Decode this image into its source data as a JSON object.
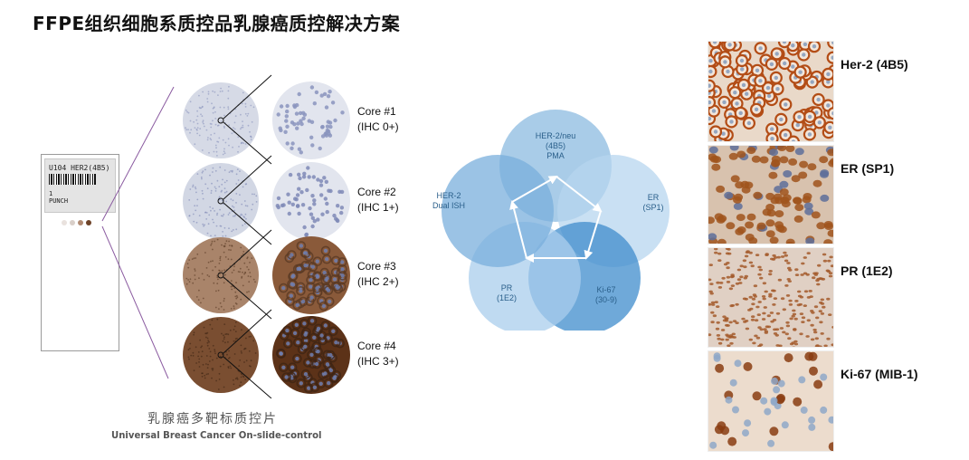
{
  "title": "FFPE组织细胞系质控品乳腺癌质控解决方案",
  "slide": {
    "label_line1": "U104 HER2(4B5)",
    "label_line2": "1",
    "label_line3": "PUNCH",
    "dot_colors": [
      "#e9e2de",
      "#d9cfc9",
      "#b08a72",
      "#6e4328"
    ]
  },
  "cores": [
    {
      "name": "Core #1",
      "score": "(IHC 0+)",
      "tissue_color": "#d6dae6",
      "cell_color": "#8a94bd",
      "membrane_color": "#c9cfe0"
    },
    {
      "name": "Core #2",
      "score": "(IHC 1+)",
      "tissue_color": "#d2d7e4",
      "cell_color": "#7f89b6",
      "membrane_color": "#c8b8a8"
    },
    {
      "name": "Core #3",
      "score": "(IHC 2+)",
      "tissue_color": "#a9846a",
      "cell_color": "#5a3a24",
      "membrane_color": "#8a5a3a"
    },
    {
      "name": "Core #4",
      "score": "(IHC 3+)",
      "tissue_color": "#7a4e31",
      "cell_color": "#3e2414",
      "membrane_color": "#5c3218"
    }
  ],
  "caption": {
    "cn": "乳腺癌多靶标质控片",
    "en": "Universal Breast Cancer On-slide-control"
  },
  "venn": {
    "circles": [
      {
        "line1": "HER-2/neu",
        "line2": "(4B5)",
        "line3": "PMA",
        "color": "#8cbbe0"
      },
      {
        "line1": "ER",
        "line2": "(SP1)",
        "line3": "",
        "color": "#b7d6ef"
      },
      {
        "line1": "Ki-67",
        "line2": "(30-9)",
        "line3": "",
        "color": "#3f8ccc"
      },
      {
        "line1": "PR",
        "line2": "(1E2)",
        "line3": "",
        "color": "#a9cdec"
      },
      {
        "line1": "HER-2",
        "line2": "Dual ISH",
        "line3": "",
        "color": "#79afdc"
      }
    ]
  },
  "stains": [
    {
      "label": "Her-2 (4B5)",
      "bg": "#e9d9c9",
      "cell": "#b34d16",
      "nucleus": "#6b8ab5",
      "style": "membrane"
    },
    {
      "label": "ER (SP1)",
      "bg": "#d8c2ae",
      "cell": "#9b4f1e",
      "nucleus": "#a0541c",
      "style": "nuclear"
    },
    {
      "label": "PR (1E2)",
      "bg": "#e0d0c4",
      "cell": "#a35a2c",
      "nucleus": "#a35a2c",
      "style": "dense"
    },
    {
      "label": "Ki-67 (MIB-1)",
      "bg": "#ecdccd",
      "cell": "#8a3d12",
      "nucleus": "#8fa8c8",
      "style": "sparse"
    }
  ]
}
